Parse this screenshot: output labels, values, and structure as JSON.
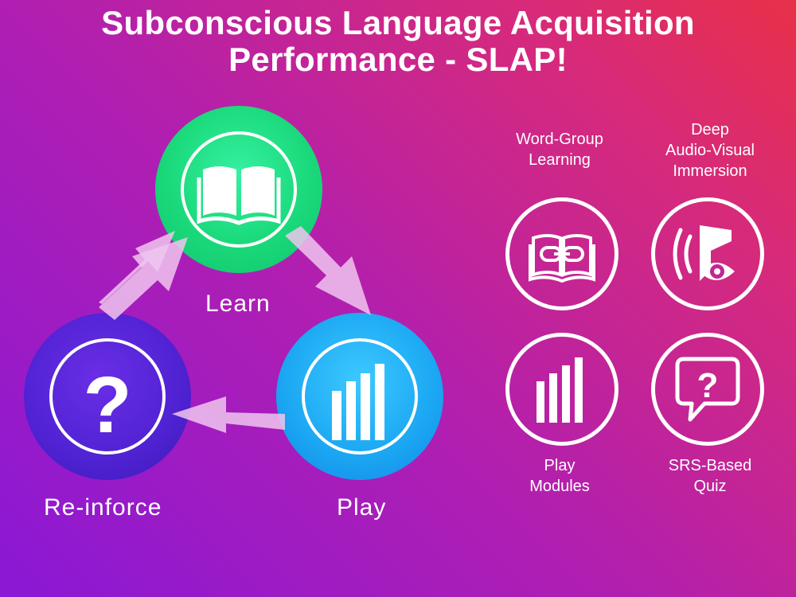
{
  "title": {
    "line1": "Subconscious Language Acquisition",
    "line2": "Performance - SLAP!"
  },
  "cycle": {
    "learn": {
      "label": "Learn",
      "icon": "open-book-icon",
      "color": "#1ad97a"
    },
    "play": {
      "label": "Play",
      "icon": "bar-chart-icon",
      "color": "#1aa6f2"
    },
    "reinforce": {
      "label": "Re-inforce",
      "icon": "question-mark-icon",
      "color": "#4f22d2"
    }
  },
  "features": [
    {
      "caption_lines": [
        "Word-Group",
        "Learning"
      ],
      "icon": "linked-book-icon"
    },
    {
      "caption_lines": [
        "Deep",
        "Audio-Visual",
        "Immersion"
      ],
      "icon": "speaker-eye-icon"
    },
    {
      "caption_lines": [
        "Play",
        "Modules"
      ],
      "icon": "bar-chart-icon"
    },
    {
      "caption_lines": [
        "SRS-Based",
        "Quiz"
      ],
      "icon": "question-bubble-icon"
    }
  ]
}
